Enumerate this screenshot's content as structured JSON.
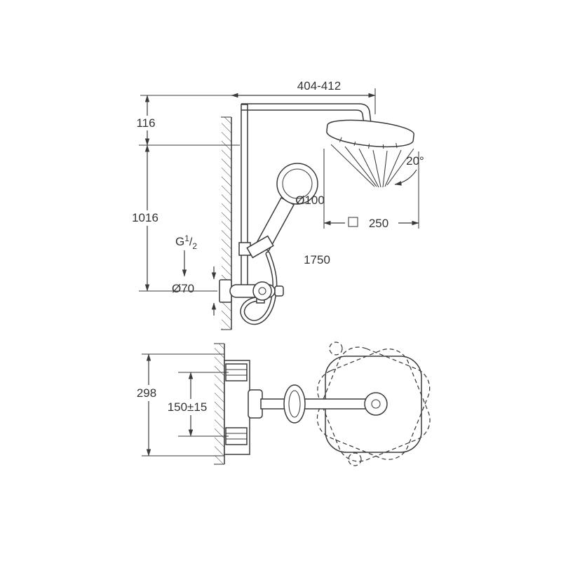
{
  "title": "Shower system installation dimension drawing",
  "colors": {
    "line": "#3a3a3a",
    "background": "#ffffff",
    "text": "#333333"
  },
  "labels": {
    "width_range": "404-412",
    "top_offset": "116",
    "rail_height": "1016",
    "spray_angle": "20°",
    "hand_shower_diameter": "Ø100",
    "head_shower_size": "250",
    "hose_length": "1750",
    "thread_prefix": "G",
    "thread_numerator": "1",
    "thread_slash": "/",
    "thread_denominator": "2",
    "escutcheon_diameter": "Ø70",
    "valve_height": "298",
    "connection_spacing": "150±15"
  },
  "icons": {
    "square_symbol": "square (head shower face shape)"
  }
}
